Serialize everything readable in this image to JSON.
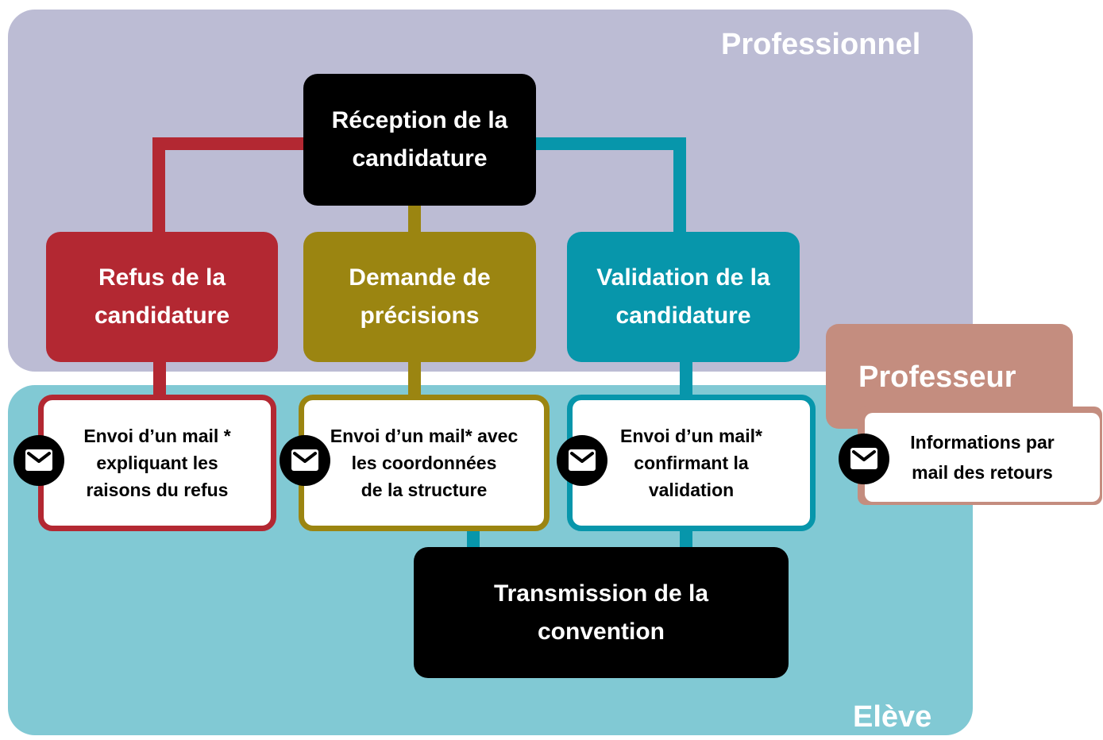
{
  "lanes": {
    "professionnel": "Professionnel",
    "eleve": "Elève",
    "professeur": "Professeur"
  },
  "nodes": {
    "reception": "Réception de la\ncandidature",
    "refus": "Refus de la\ncandidature",
    "demande": "Demande de\nprécisions",
    "validation": "Validation de la\ncandidature",
    "transmission": "Transmission de la\nconvention"
  },
  "mails": {
    "refus": "Envoi d’un mail *\nexpliquant les\nraisons du refus",
    "demande": "Envoi d’un mail* avec\nles coordonnées\nde la structure",
    "validation": "Envoi d’un mail*\nconfirmant la\nvalidation",
    "professeur": "Informations par\nmail des retours"
  },
  "icons": {
    "mail": "envelope-icon"
  },
  "colors": {
    "professionnel_lane": "#bcbcd4",
    "eleve_lane": "#81c9d4",
    "professeur_lane": "#c48d7f",
    "refus": "#b32832",
    "demande": "#9b8511",
    "validation": "#0796ab",
    "dark_box": "#000000"
  }
}
